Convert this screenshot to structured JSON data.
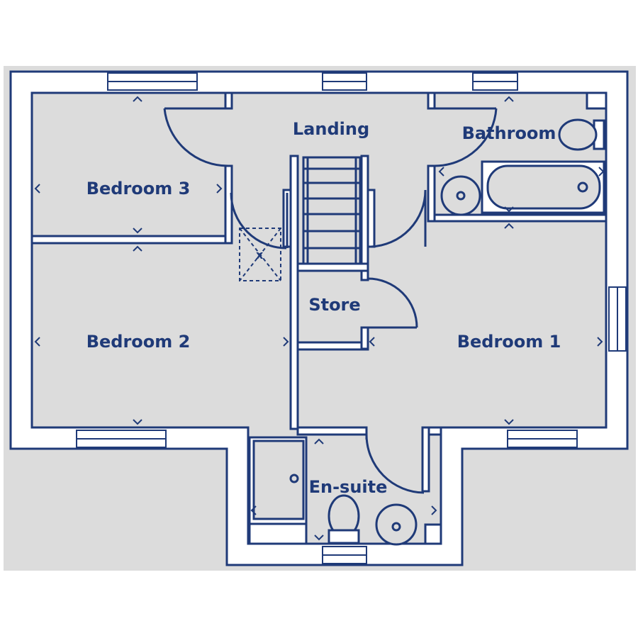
{
  "plan": {
    "background_color": "#dcdcdc",
    "line_color": "#1f3a78",
    "wall_fill_color": "#ffffff",
    "rooms": {
      "landing": "Landing",
      "bathroom": "Bathroom",
      "bedroom3": "Bedroom 3",
      "bedroom2": "Bedroom 2",
      "bedroom1": "Bedroom 1",
      "store": "Store",
      "ensuite": "En-suite"
    },
    "loft_hatch_mark": "x"
  }
}
